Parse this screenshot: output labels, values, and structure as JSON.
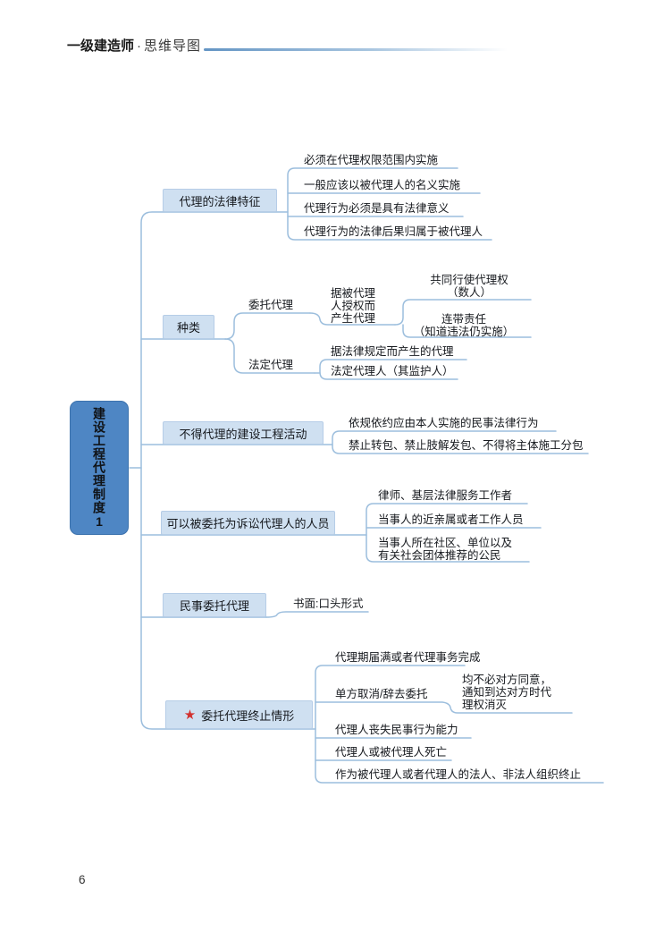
{
  "header": {
    "brand": "一级建造师",
    "separator": "·",
    "subtitle": "思维导图"
  },
  "page_number": "6",
  "icons": {
    "star": "★"
  },
  "colors": {
    "line": "#9cbedd",
    "branch_box_bg": "#cfe0f1",
    "branch_box_border": "#b6cde7",
    "root_bg": "#4e86c4",
    "root_border": "#3c72ad",
    "star": "#d2312e",
    "header_rule": "#6495c4"
  },
  "root": {
    "label": "建设工程代理制度1"
  },
  "branches": [
    {
      "label": "代理的法律特征",
      "children": [
        {
          "label": "必须在代理权限范围内实施"
        },
        {
          "label": "一般应该以被代理人的名义实施"
        },
        {
          "label": "代理行为必须是具有法律意义"
        },
        {
          "label": "代理行为的法律后果归属于被代理人"
        }
      ]
    },
    {
      "label": "种类",
      "children": [
        {
          "label": "委托代理",
          "children": [
            {
              "label": "据被代理\n人授权而\n产生代理",
              "children": [
                {
                  "label": "共同行使代理权\n（数人）"
                },
                {
                  "label": "连带责任\n（知道违法仍实施）"
                }
              ]
            }
          ]
        },
        {
          "label": "法定代理",
          "children": [
            {
              "label": "据法律规定而产生的代理"
            },
            {
              "label": "法定代理人（其监护人）"
            }
          ]
        }
      ]
    },
    {
      "label": "不得代理的建设工程活动",
      "children": [
        {
          "label": "依规依约应由本人实施的民事法律行为"
        },
        {
          "label": "禁止转包、禁止肢解发包、不得将主体施工分包"
        }
      ]
    },
    {
      "label": "可以被委托为诉讼代理人的人员",
      "children": [
        {
          "label": "律师、基层法律服务工作者"
        },
        {
          "label": "当事人的近亲属或者工作人员"
        },
        {
          "label": "当事人所在社区、单位以及\n有关社会团体推荐的公民"
        }
      ]
    },
    {
      "label": "民事委托代理",
      "children": [
        {
          "label": "书面:口头形式"
        }
      ]
    },
    {
      "label": "委托代理终止情形",
      "children": [
        {
          "label": "代理期届满或者代理事务完成"
        },
        {
          "label": "单方取消/辞去委托",
          "children": [
            {
              "label": "均不必对方同意，\n通知到达对方时代\n理权消灭"
            }
          ]
        },
        {
          "label": "代理人丧失民事行为能力"
        },
        {
          "label": "代理人或被代理人死亡"
        },
        {
          "label": "作为被代理人或者代理人的法人、非法人组织终止"
        }
      ]
    }
  ]
}
